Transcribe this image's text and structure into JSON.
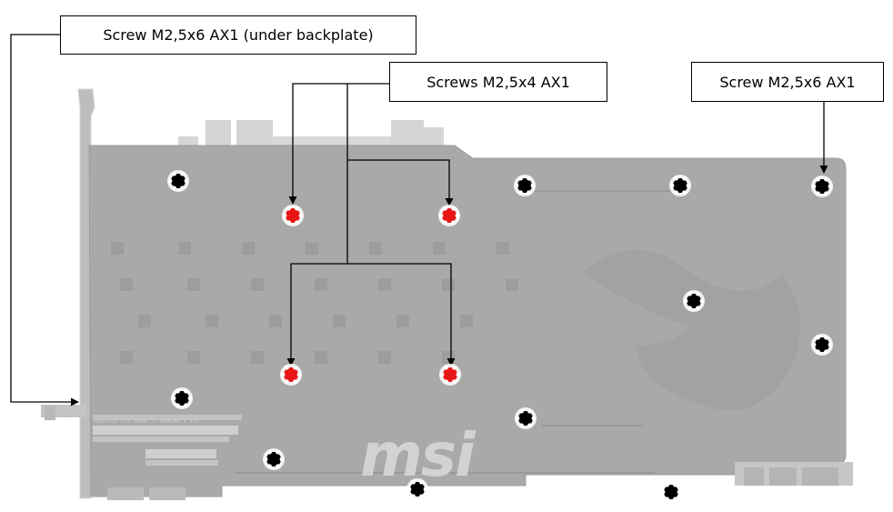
{
  "callouts": {
    "under_backplate": "Screw M2,5x6 AX1 (under backplate)",
    "m25x4": "Screws M2,5x4 AX1",
    "m25x6": "Screw M2,5x6 AX1"
  },
  "card": {
    "brand": "msi",
    "model_label": "GeForce GTX 1080 Ti GAMING X 11G"
  },
  "legend_colors": {
    "screw_standard": "#000000",
    "screw_short": "#e81515",
    "card_body": "#a9a9a7",
    "leader_line": "#000000"
  }
}
